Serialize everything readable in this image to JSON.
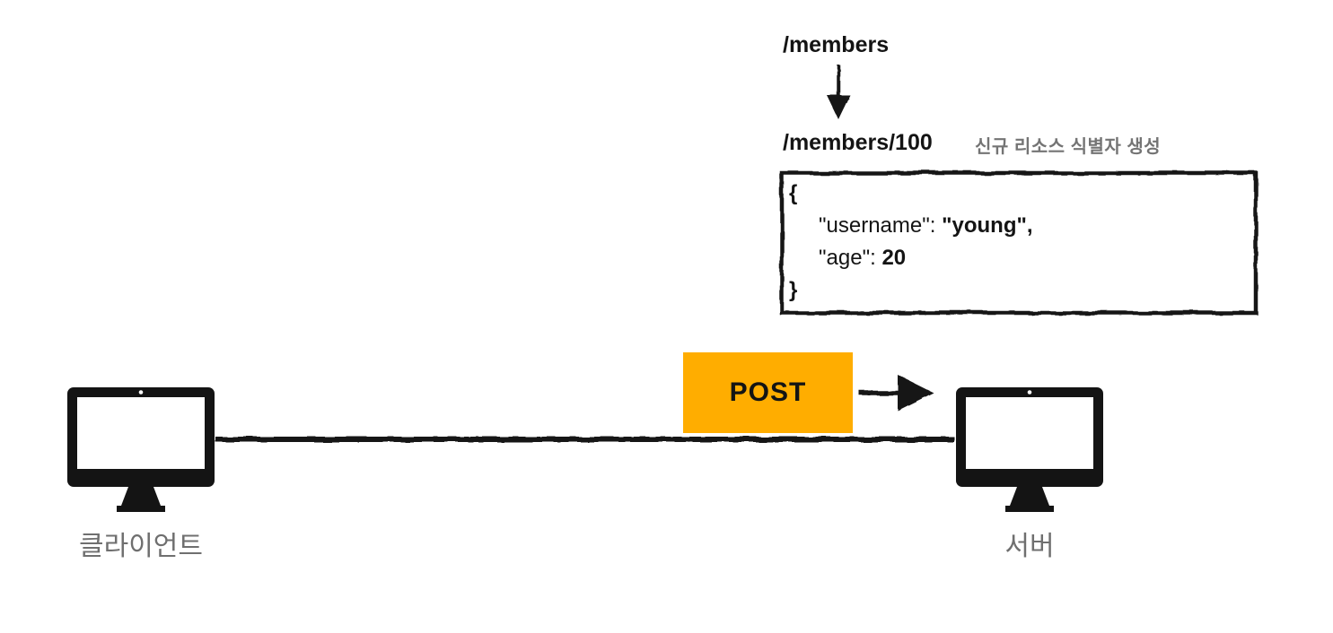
{
  "uri_mapping": {
    "collection_uri": "/members",
    "new_resource_uri": "/members/100",
    "annotation": "신규 리소스 식별자 생성"
  },
  "request_body": {
    "open_brace": "{",
    "close_brace": "}",
    "fields": [
      {
        "key": "\"username\"",
        "separator": ": ",
        "value": "\"young\"",
        "trailing": ","
      },
      {
        "key": "\"age\"",
        "separator": ": ",
        "value": "20",
        "trailing": ""
      }
    ]
  },
  "request": {
    "method": "POST"
  },
  "nodes": {
    "client": {
      "label": "클라이언트"
    },
    "server": {
      "label": "서버"
    }
  },
  "colors": {
    "method_box_orange": "#FFAD00",
    "node_label_gray": "#6F6F6F",
    "annotation_gray": "#747474",
    "ink_black": "#141414"
  },
  "icons": {
    "client": "desktop-monitor-icon",
    "server": "desktop-monitor-icon",
    "uri_transition": "down-arrow-icon",
    "request_direction": "right-arrow-icon"
  }
}
